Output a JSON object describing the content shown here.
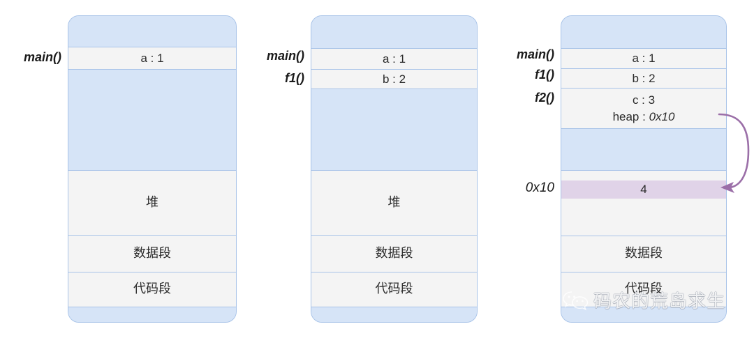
{
  "diagram": {
    "title": "process memory layout across nested function calls",
    "colors": {
      "stack_blue": "#d6e4f7",
      "segment_gray": "#f4f4f4",
      "heap_cell_purple": "#e0d3e8",
      "border_blue": "#a8c3e8",
      "arrow_purple": "#9b6fa8"
    },
    "boxes": [
      {
        "id": "box-1",
        "side_labels": [
          "main()"
        ],
        "segments": [
          {
            "name": "stack-top-free",
            "text": "",
            "style": "blue"
          },
          {
            "name": "frame-main",
            "text": "a : 1",
            "style": "gray"
          },
          {
            "name": "stack-free",
            "text": "",
            "style": "blue"
          },
          {
            "name": "heap",
            "text": "堆",
            "style": "gray"
          },
          {
            "name": "data-segment",
            "text": "数据段",
            "style": "gray"
          },
          {
            "name": "code-segment",
            "text": "代码段",
            "style": "gray"
          },
          {
            "name": "box-bottom-free",
            "text": "",
            "style": "blue"
          }
        ]
      },
      {
        "id": "box-2",
        "side_labels": [
          "main()",
          "f1()"
        ],
        "segments": [
          {
            "name": "stack-top-free",
            "text": "",
            "style": "blue"
          },
          {
            "name": "frame-main",
            "text": "a : 1",
            "style": "gray"
          },
          {
            "name": "frame-f1",
            "text": "b : 2",
            "style": "gray"
          },
          {
            "name": "stack-free",
            "text": "",
            "style": "blue"
          },
          {
            "name": "heap",
            "text": "堆",
            "style": "gray"
          },
          {
            "name": "data-segment",
            "text": "数据段",
            "style": "gray"
          },
          {
            "name": "code-segment",
            "text": "代码段",
            "style": "gray"
          },
          {
            "name": "box-bottom-free",
            "text": "",
            "style": "blue"
          }
        ]
      },
      {
        "id": "box-3",
        "side_labels": [
          "main()",
          "f1()",
          "f2()",
          "0x10"
        ],
        "segments": [
          {
            "name": "stack-top-free",
            "text": "",
            "style": "blue"
          },
          {
            "name": "frame-main",
            "text": "a : 1",
            "style": "gray"
          },
          {
            "name": "frame-f1",
            "text": "b : 2",
            "style": "gray"
          },
          {
            "name": "frame-f2-line1",
            "text": "c : 3",
            "style": "gray"
          },
          {
            "name": "frame-f2-line2-label",
            "text": "heap : ",
            "style": "gray"
          },
          {
            "name": "frame-f2-line2-value",
            "text": "0x10",
            "style": "gray"
          },
          {
            "name": "stack-free",
            "text": "",
            "style": "blue"
          },
          {
            "name": "heap-cell",
            "text": "4",
            "style": "purple"
          },
          {
            "name": "data-segment",
            "text": "数据段",
            "style": "gray"
          },
          {
            "name": "code-segment",
            "text": "代码段",
            "style": "gray"
          },
          {
            "name": "box-bottom-free",
            "text": "",
            "style": "blue"
          }
        ]
      }
    ],
    "arrow": {
      "name": "heap-pointer-arrow",
      "from": "heap : 0x10",
      "to": "heap-cell-0x10"
    },
    "watermark": {
      "text": "码农的荒岛求生",
      "icon": "wechat-icon"
    }
  }
}
